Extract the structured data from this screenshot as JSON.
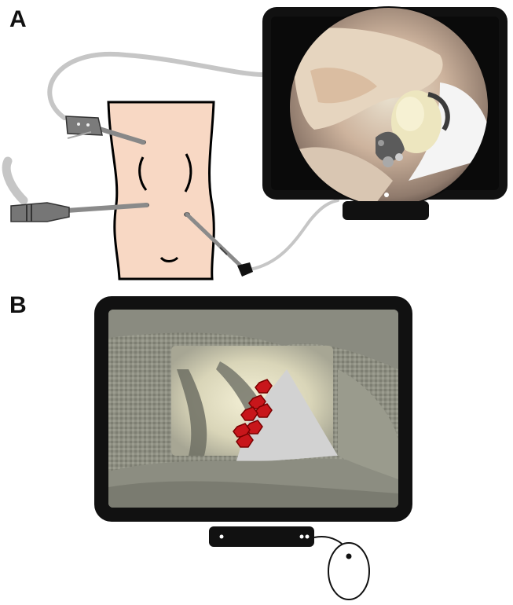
{
  "panels": {
    "a": {
      "label": "A"
    },
    "b": {
      "label": "B"
    }
  },
  "icons": {
    "knee": "leg-knee-illustration",
    "arthroscope": "arthroscope-camera-icon",
    "instrument": "surgical-instrument-icon",
    "cannula": "inflow-cannula-icon",
    "monitor_a": "monitor-real-endoscopic-view",
    "monitor_b": "monitor-virtual-simulation-view",
    "mouse": "computer-mouse-icon"
  },
  "colors": {
    "skin": "#f8d8c4",
    "monitor_frame": "#111111",
    "cable": "#c8c8c8",
    "instrument_grey": "#8a8a8a",
    "virtual_tissue": "#8f9082",
    "virtual_highlight": "#e6e2c4",
    "virtual_tool": "#cfcfcf",
    "virtual_target": "#cc1a1a"
  }
}
